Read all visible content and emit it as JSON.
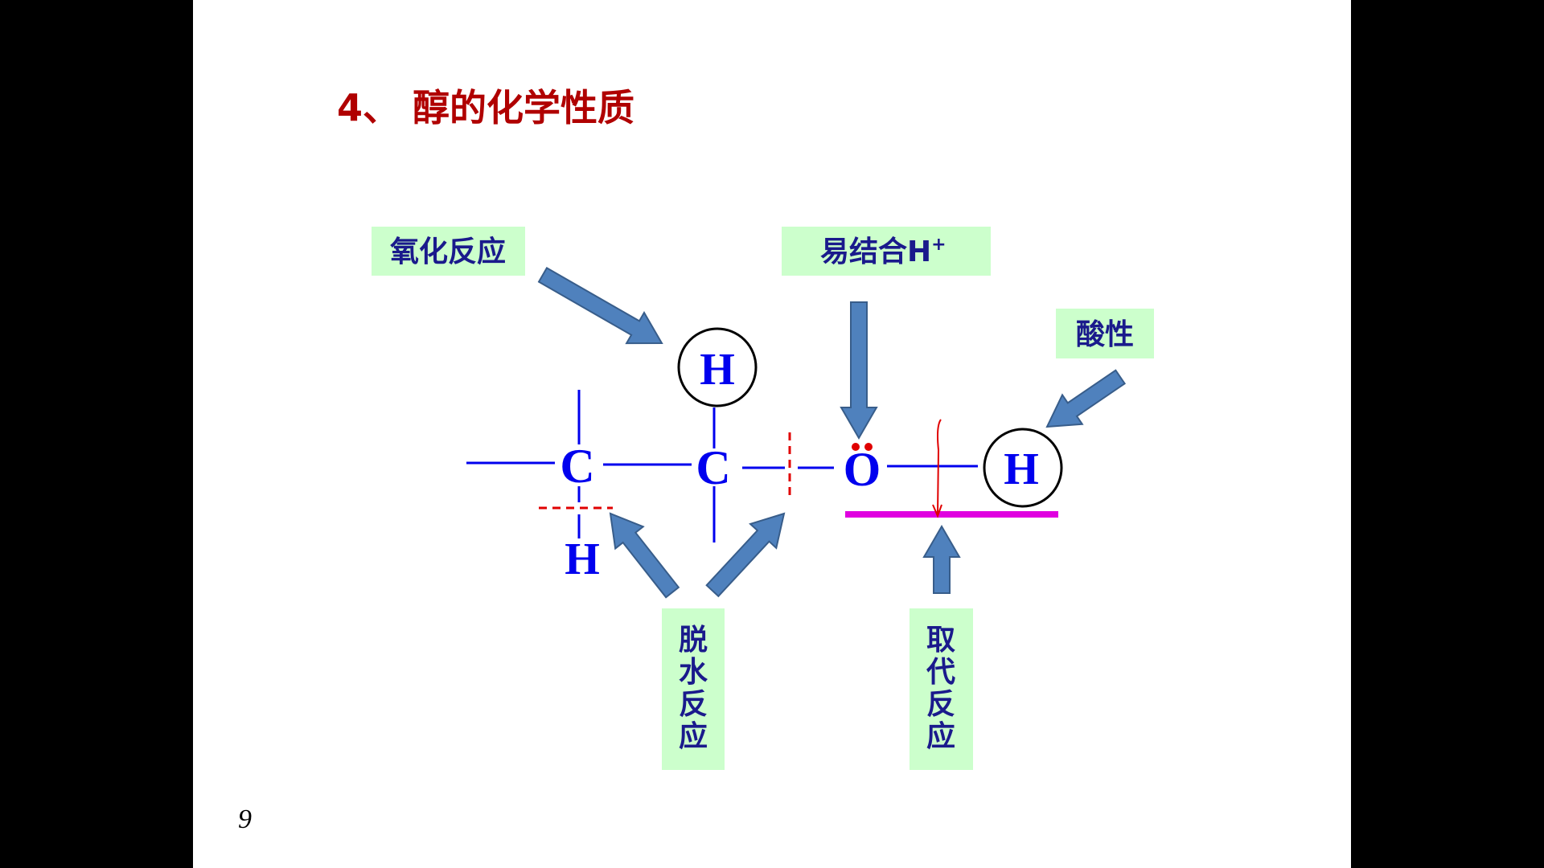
{
  "slide": {
    "title": "4、 醇的化学性质",
    "page_number": "9",
    "labels": {
      "oxidation": "氧化反应",
      "proton": "易结合H",
      "proton_sup": "+",
      "acidity": "酸性",
      "dehydration": [
        "脱",
        "水",
        "反",
        "应"
      ],
      "substitution": [
        "取",
        "代",
        "反",
        "应"
      ]
    },
    "atoms": {
      "c1": "C",
      "c2": "C",
      "o": "O",
      "h_top": "H",
      "h_bottom": "H",
      "h_oh": "H"
    },
    "colors": {
      "title": "#b00000",
      "box": "#ccffcc",
      "bond": "#0000ee",
      "arrow": "#4f81bd",
      "highlight": "#e000e0",
      "cut": "#e00000"
    }
  }
}
